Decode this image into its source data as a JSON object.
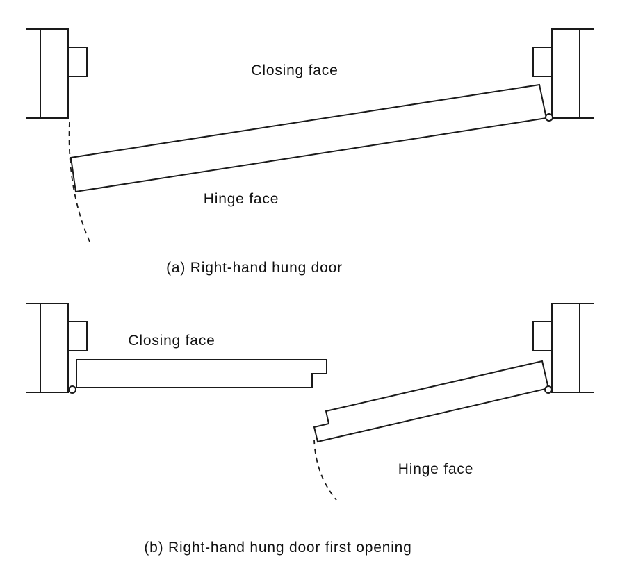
{
  "page": {
    "background": "#ffffff",
    "line_color": "#1a1a1a"
  },
  "diagram_a": {
    "labels": {
      "closing_face": "Closing face",
      "hinge_face": "Hinge face"
    },
    "caption": "(a) Right-hand hung door"
  },
  "diagram_b": {
    "labels": {
      "closing_face": "Closing face",
      "hinge_face": "Hinge face"
    },
    "caption": "(b) Right-hand hung door first opening"
  }
}
